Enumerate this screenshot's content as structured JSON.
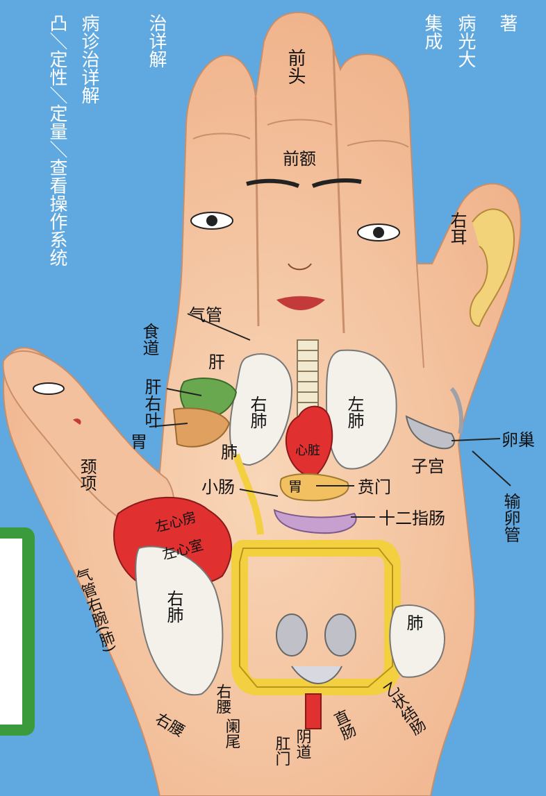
{
  "side_text": {
    "col1": "凸＼定性＼定量＼查看操作系统",
    "col2": "病诊治详解",
    "col3": "治详解",
    "col4": "病光大",
    "col5": "集成",
    "col6": "著"
  },
  "labels": {
    "forehead_front": "前头",
    "forehead": "前额",
    "right_ear": "右耳",
    "trachea": "气管",
    "esophagus": "食道",
    "liver": "肝",
    "liver_right_lobe": "肝右叶",
    "stomach_left": "胃",
    "right_lung_upper": "右肺",
    "left_lung": "左肺",
    "lung_small": "肺",
    "heart": "心脏",
    "stomach": "胃",
    "cardia": "贲门",
    "small_intestine": "小肠",
    "duodenum": "十二指肠",
    "ovary": "卵巢",
    "uterus": "子宫",
    "fallopian_tube": "输卵管",
    "neck": "颈项",
    "left_atrium": "左心房",
    "left_ventricle": "左心室",
    "right_lung_lower": "右肺",
    "trachea_right_bronchus": "气管右腕(肺)",
    "lung_right": "肺",
    "right_kidney": "右腰",
    "right_waist": "右腰",
    "appendix": "阑尾",
    "anus": "肛门",
    "vagina": "阴道",
    "rectum": "直肠",
    "sigmoid_colon": "乙状结肠"
  },
  "colors": {
    "background": "#5fa8e0",
    "skin": "#f6c9a8",
    "heart": "#e03030",
    "intestine": "#f2d040",
    "lung": "#f4f1ea"
  }
}
